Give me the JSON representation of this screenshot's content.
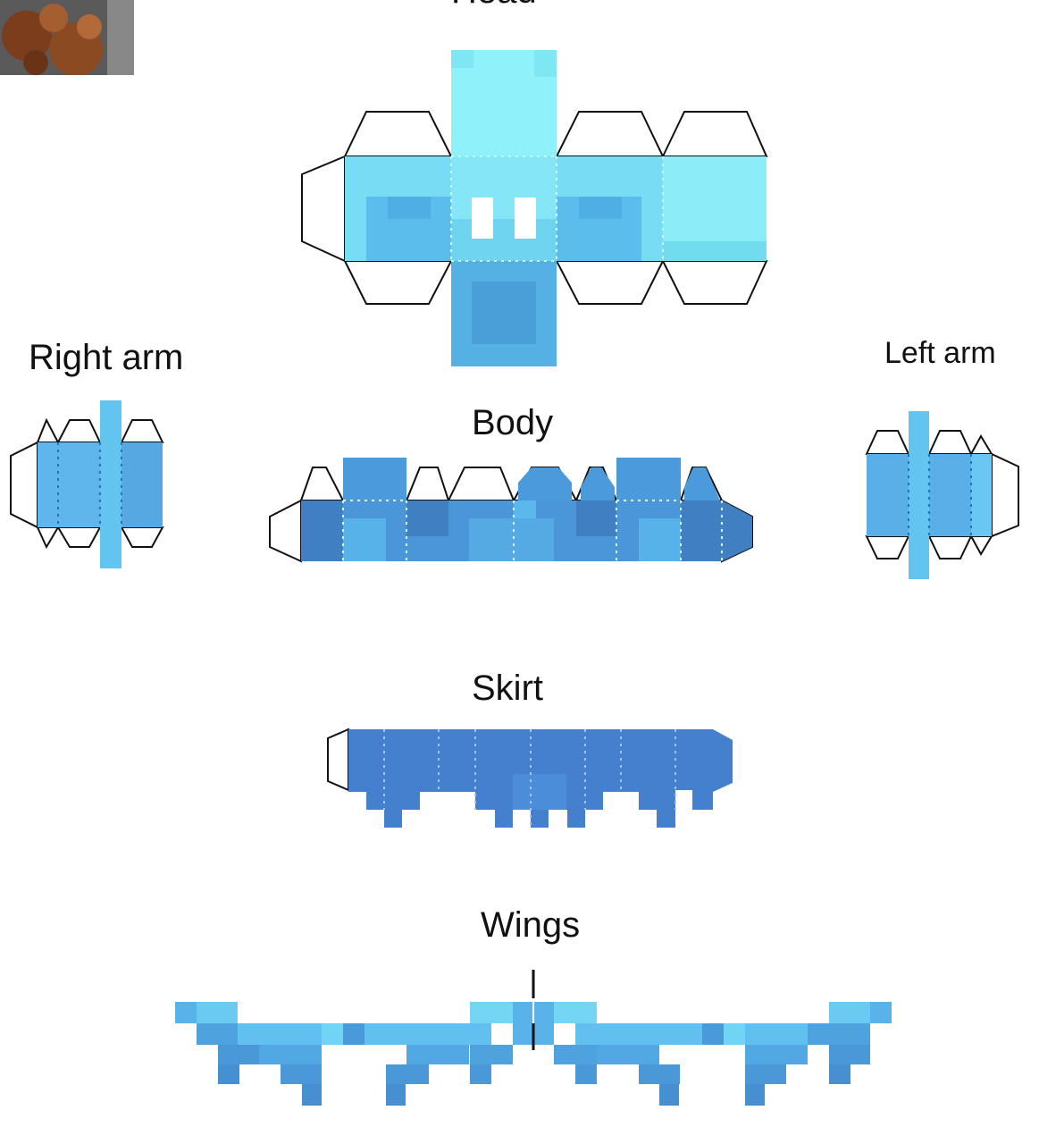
{
  "labels": {
    "head": "Head",
    "right_arm": "Right arm",
    "left_arm": "Left arm",
    "body": "Body",
    "skirt": "Skirt",
    "wings": "Wings"
  },
  "colors": {
    "head_light": "#8FF2FA",
    "head_mid": "#6FD8F2",
    "head_shade": "#55B8E8",
    "body_blue": "#4E9FDD",
    "body_dark": "#3E7FC4",
    "arm_blue": "#5FB6EC",
    "skirt_blue": "#4580CE",
    "wing_blue": "#5AB2EA",
    "outline": "#111111",
    "fold_line": "#D8F4FF"
  },
  "icons": {
    "thumbnail": "character-thumbnail-image"
  }
}
